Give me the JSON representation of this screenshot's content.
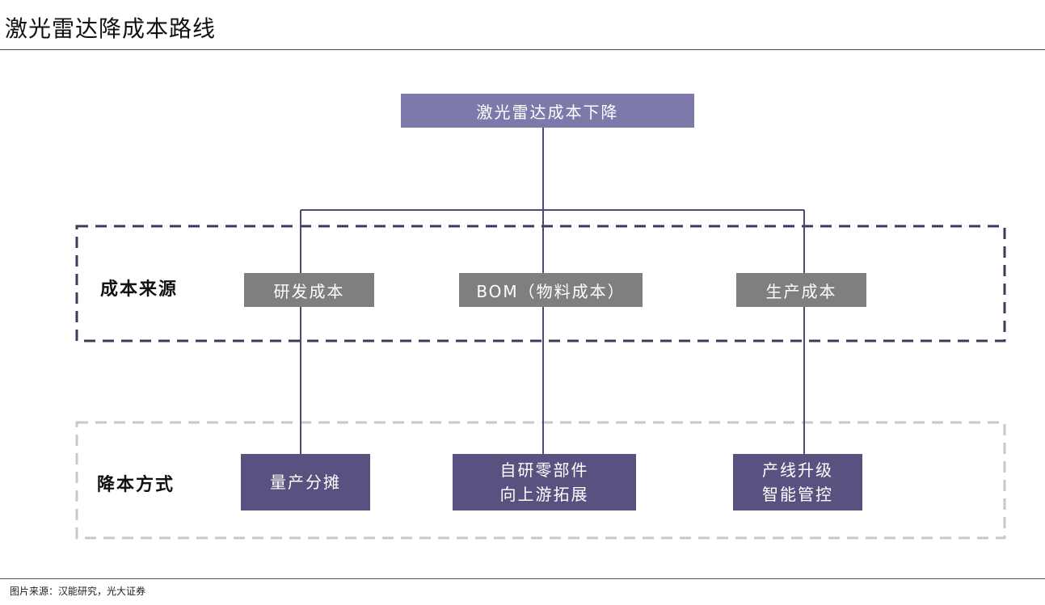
{
  "title": "激光雷达降成本路线",
  "diagram": {
    "root": "激光雷达成本下降",
    "cost_sources": {
      "label": "成本来源",
      "items": [
        "研发成本",
        "BOM（物料成本）",
        "生产成本"
      ]
    },
    "cost_reduction_methods": {
      "label": "降本方式",
      "items": [
        "量产分摊",
        "自研零部件\n向上游拓展",
        "产线升级\n智能管控"
      ]
    }
  },
  "source": "图片来源：汉能研究，光大证券",
  "colors": {
    "root_box": "#7d79aa",
    "source_box": "#7f7f7f",
    "method_box": "#57527f",
    "connector_line": "#4e4a78",
    "dashed_border_dark": "#3e3a5c",
    "dashed_border_light": "#c8c8c8"
  }
}
